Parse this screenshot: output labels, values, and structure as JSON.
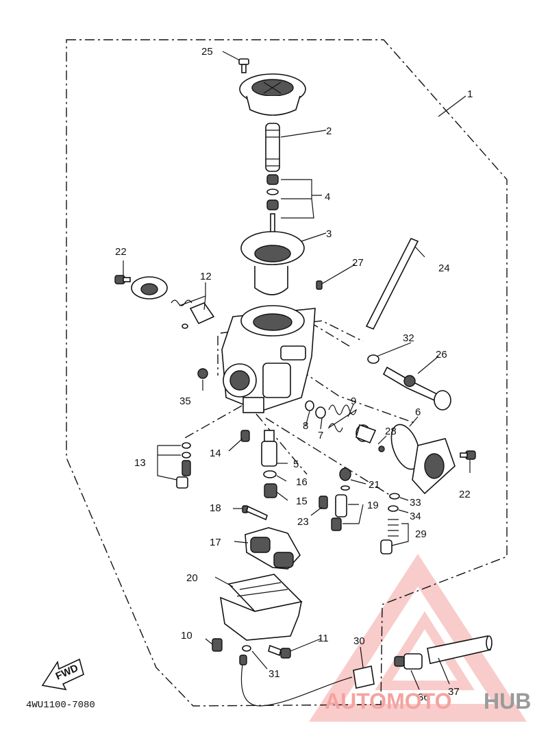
{
  "diagram": {
    "labels": [
      "1",
      "2",
      "3",
      "4",
      "5",
      "6",
      "7",
      "8",
      "9",
      "10",
      "11",
      "12",
      "13",
      "14",
      "15",
      "16",
      "17",
      "18",
      "19",
      "20",
      "21",
      "22",
      "22",
      "23",
      "24",
      "25",
      "26",
      "27",
      "28",
      "29",
      "30",
      "31",
      "32",
      "33",
      "34",
      "35",
      "36",
      "37"
    ],
    "part_code": "4WU1100-7080",
    "fwd_label": "FWD"
  },
  "watermark": {
    "brand_a": "AUTOMOTO",
    "brand_b": "HUB",
    "colors": {
      "logo": "#f4a3a0",
      "text_grey": "#9a9a9a"
    }
  }
}
